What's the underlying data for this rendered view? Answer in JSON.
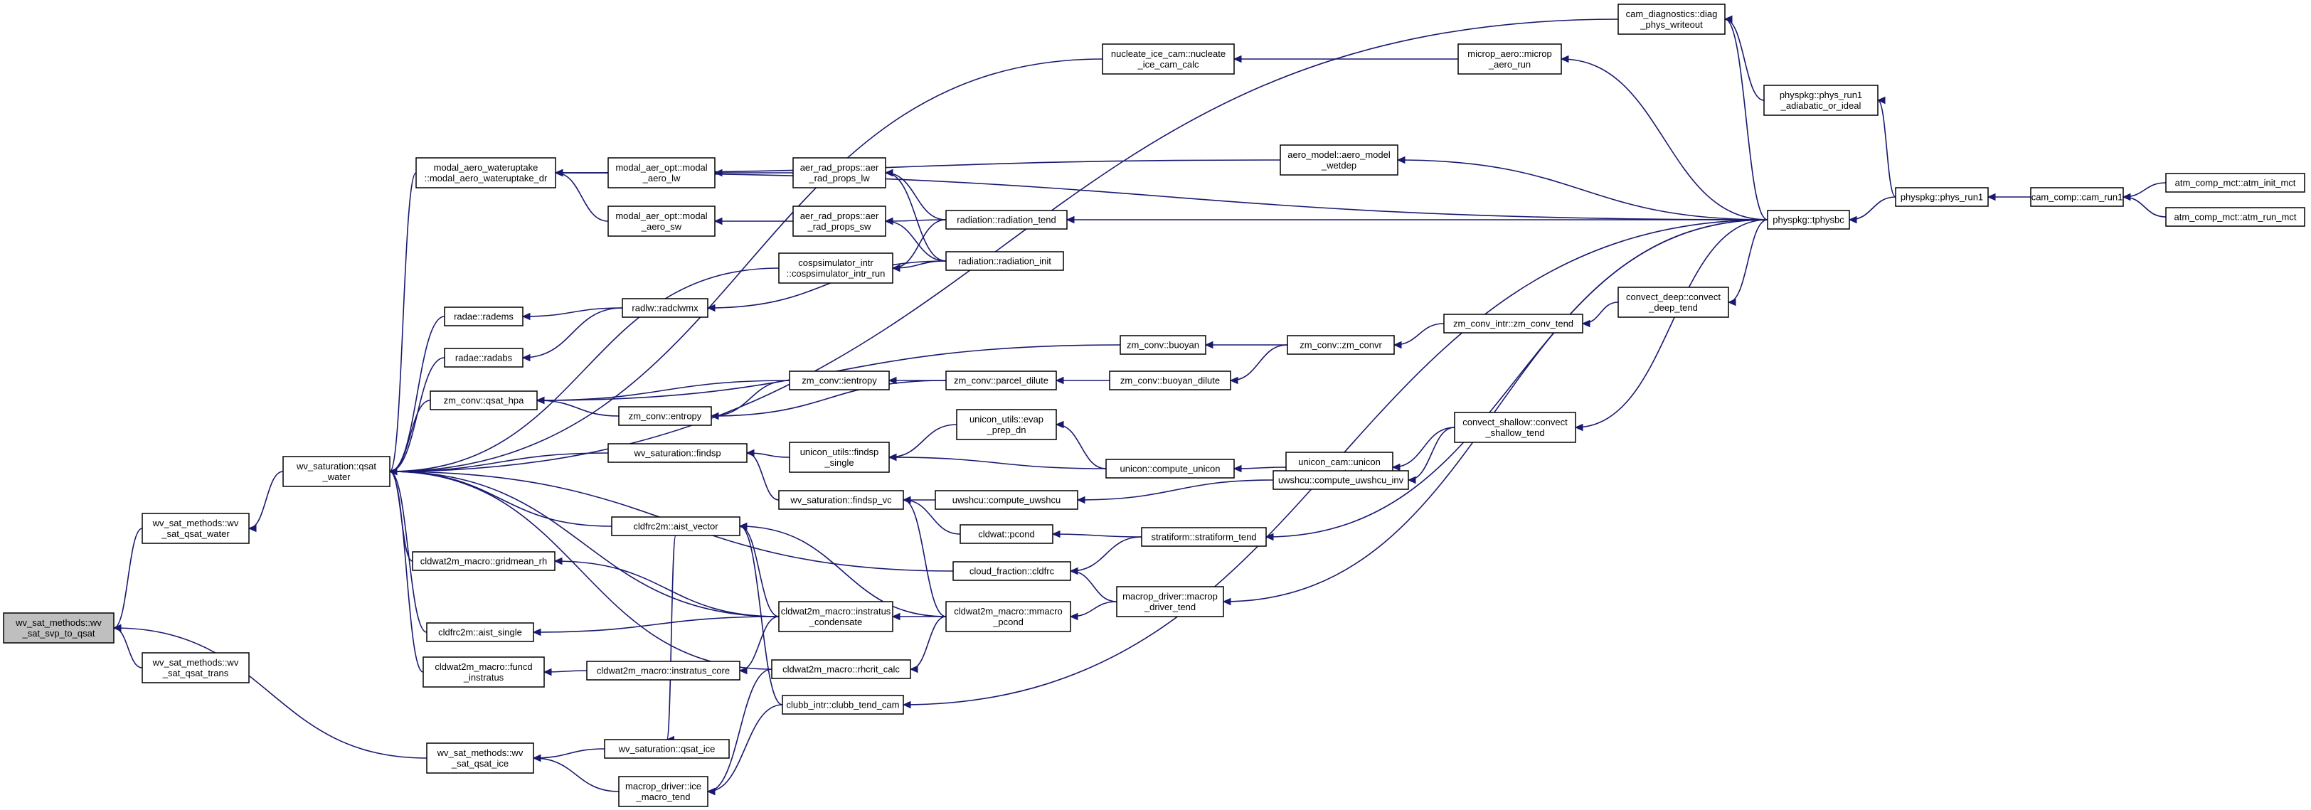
{
  "graph": {
    "nodes": [
      {
        "id": "root",
        "lines": [
          "wv_sat_methods::wv",
          "_sat_svp_to_qsat"
        ],
        "root": true
      },
      {
        "id": "svp_water",
        "lines": [
          "wv_sat_methods::wv",
          "_sat_qsat_water"
        ]
      },
      {
        "id": "qsat_trans",
        "lines": [
          "wv_sat_methods::wv",
          "_sat_qsat_trans"
        ]
      },
      {
        "id": "qsat_ice_m",
        "lines": [
          "wv_sat_methods::wv",
          "_sat_qsat_ice"
        ]
      },
      {
        "id": "wvs_qsat_water",
        "lines": [
          "wv_saturation::qsat",
          "_water"
        ]
      },
      {
        "id": "modal_wu",
        "lines": [
          "modal_aero_wateruptake",
          "::modal_aero_wateruptake_dr"
        ]
      },
      {
        "id": "radae_rad",
        "lines": [
          "radae::radems"
        ]
      },
      {
        "id": "radae_abs",
        "lines": [
          "radae::radabs"
        ]
      },
      {
        "id": "zm_qsat_hpa",
        "lines": [
          "zm_conv::qsat_hpa"
        ]
      },
      {
        "id": "wvs_findsp",
        "lines": [
          "wv_saturation::findsp"
        ]
      },
      {
        "id": "cldfrc2m_aist_vector",
        "lines": [
          "cldfrc2m::aist_vector"
        ]
      },
      {
        "id": "gridmean_rh",
        "lines": [
          "cldwat2m_macro::gridmean_rh"
        ]
      },
      {
        "id": "aist_single",
        "lines": [
          "cldfrc2m::aist_single"
        ]
      },
      {
        "id": "funcd",
        "lines": [
          "cldwat2m_macro::funcd",
          "_instratus"
        ]
      },
      {
        "id": "wvs_qsat_ice",
        "lines": [
          "wv_saturation::qsat_ice"
        ]
      },
      {
        "id": "ice_macro",
        "lines": [
          "macrop_driver::ice",
          "_macro_tend"
        ]
      },
      {
        "id": "aer_lw",
        "lines": [
          "modal_aer_opt::modal",
          "_aero_lw"
        ]
      },
      {
        "id": "aer_sw",
        "lines": [
          "modal_aer_opt::modal",
          "_aero_sw"
        ]
      },
      {
        "id": "cosp",
        "lines": [
          "cospsimulator_intr",
          "::cospsimulator_intr_run"
        ]
      },
      {
        "id": "radclwmx",
        "lines": [
          "radlw::radclwmx"
        ]
      },
      {
        "id": "ientropy",
        "lines": [
          "zm_conv::ientropy"
        ]
      },
      {
        "id": "entropy",
        "lines": [
          "zm_conv::entropy"
        ]
      },
      {
        "id": "unicon_findsp",
        "lines": [
          "unicon_utils::findsp",
          "_single"
        ]
      },
      {
        "id": "findsp_vc",
        "lines": [
          "wv_saturation::findsp_vc"
        ]
      },
      {
        "id": "instratus_core",
        "lines": [
          "cldwat2m_macro::instratus_core"
        ]
      },
      {
        "id": "instratus_cond",
        "lines": [
          "cldwat2m_macro::instratus",
          "_condensate"
        ]
      },
      {
        "id": "rhcrit",
        "lines": [
          "cldwat2m_macro::rhcrit_calc"
        ]
      },
      {
        "id": "clubb",
        "lines": [
          "clubb_intr::clubb_tend_cam"
        ]
      },
      {
        "id": "aer_rad_lw",
        "lines": [
          "aer_rad_props::aer",
          "_rad_props_lw"
        ]
      },
      {
        "id": "aer_rad_sw",
        "lines": [
          "aer_rad_props::aer",
          "_rad_props_sw"
        ]
      },
      {
        "id": "rad_tend",
        "lines": [
          "radiation::radiation_tend"
        ]
      },
      {
        "id": "rad_init",
        "lines": [
          "radiation::radiation_init"
        ]
      },
      {
        "id": "zm_buoyan",
        "lines": [
          "zm_conv::buoyan"
        ]
      },
      {
        "id": "parcel",
        "lines": [
          "zm_conv::parcel_dilute"
        ]
      },
      {
        "id": "evap",
        "lines": [
          "unicon_utils::evap",
          "_prep_dn"
        ]
      },
      {
        "id": "uwshcu_cu",
        "lines": [
          "uwshcu::compute_uwshcu"
        ]
      },
      {
        "id": "pcond",
        "lines": [
          "cldwat::pcond"
        ]
      },
      {
        "id": "cldfrc",
        "lines": [
          "cloud_fraction::cldfrc"
        ]
      },
      {
        "id": "mmacro",
        "lines": [
          "cldwat2m_macro::mmacro",
          "_pcond"
        ]
      },
      {
        "id": "nucleate",
        "lines": [
          "nucleate_ice_cam::nucleate",
          "_ice_cam_calc"
        ]
      },
      {
        "id": "wetdep",
        "lines": [
          "aero_model::aero_model",
          "_wetdep"
        ]
      },
      {
        "id": "buoyan_dilute",
        "lines": [
          "zm_conv::buoyan_dilute"
        ]
      },
      {
        "id": "compute_unicon",
        "lines": [
          "unicon::compute_unicon"
        ]
      },
      {
        "id": "strat_tend",
        "lines": [
          "stratiform::stratiform_tend"
        ]
      },
      {
        "id": "macrop_tend",
        "lines": [
          "macrop_driver::macrop",
          "_driver_tend"
        ]
      },
      {
        "id": "zm_convr",
        "lines": [
          "zm_conv::zm_convr"
        ]
      },
      {
        "id": "unicon_cam",
        "lines": [
          "unicon_cam::unicon",
          "_cam_tend"
        ]
      },
      {
        "id": "uwshcu_inv",
        "lines": [
          "uwshcu::compute_uwshcu_inv"
        ]
      },
      {
        "id": "microp",
        "lines": [
          "microp_aero::microp",
          "_aero_run"
        ]
      },
      {
        "id": "zm_conv_tend",
        "lines": [
          "zm_conv_intr::zm_conv_tend"
        ]
      },
      {
        "id": "convect_shallow",
        "lines": [
          "convect_shallow::convect",
          "_shallow_tend"
        ]
      },
      {
        "id": "convect_deep",
        "lines": [
          "convect_deep::convect",
          "_deep_tend"
        ]
      },
      {
        "id": "cam_diag",
        "lines": [
          "cam_diagnostics::diag",
          "_phys_writeout"
        ]
      },
      {
        "id": "run1_adiab",
        "lines": [
          "physpkg::phys_run1",
          "_adiabatic_or_ideal"
        ]
      },
      {
        "id": "tphysbc",
        "lines": [
          "physpkg::tphysbc"
        ]
      },
      {
        "id": "phys_run1",
        "lines": [
          "physpkg::phys_run1"
        ]
      },
      {
        "id": "cam_run1",
        "lines": [
          "cam_comp::cam_run1"
        ]
      },
      {
        "id": "atm_init",
        "lines": [
          "atm_comp_mct::atm_init_mct"
        ]
      },
      {
        "id": "atm_run",
        "lines": [
          "atm_comp_mct::atm_run_mct"
        ]
      }
    ],
    "edges": [
      [
        "root",
        "svp_water"
      ],
      [
        "root",
        "qsat_trans"
      ],
      [
        "root",
        "qsat_ice_m"
      ],
      [
        "svp_water",
        "wvs_qsat_water"
      ],
      [
        "wvs_qsat_water",
        "modal_wu"
      ],
      [
        "wvs_qsat_water",
        "radae_rad"
      ],
      [
        "wvs_qsat_water",
        "radae_abs"
      ],
      [
        "wvs_qsat_water",
        "zm_qsat_hpa"
      ],
      [
        "wvs_qsat_water",
        "wvs_findsp"
      ],
      [
        "wvs_qsat_water",
        "cldfrc2m_aist_vector"
      ],
      [
        "wvs_qsat_water",
        "gridmean_rh"
      ],
      [
        "wvs_qsat_water",
        "aist_single"
      ],
      [
        "wvs_qsat_water",
        "funcd"
      ],
      [
        "wvs_qsat_water",
        "cosp"
      ],
      [
        "wvs_qsat_water",
        "nucleate"
      ],
      [
        "wvs_qsat_water",
        "cam_diag"
      ],
      [
        "wvs_qsat_water",
        "cldfrc"
      ],
      [
        "wvs_qsat_water",
        "instratus_cond"
      ],
      [
        "wvs_qsat_water",
        "rhcrit"
      ],
      [
        "qsat_ice_m",
        "wvs_qsat_ice"
      ],
      [
        "qsat_ice_m",
        "ice_macro"
      ],
      [
        "modal_wu",
        "aer_lw"
      ],
      [
        "modal_wu",
        "aer_sw"
      ],
      [
        "modal_wu",
        "wetdep"
      ],
      [
        "modal_wu",
        "tphysbc"
      ],
      [
        "radae_rad",
        "radclwmx"
      ],
      [
        "radae_abs",
        "radclwmx"
      ],
      [
        "zm_qsat_hpa",
        "zm_buoyan"
      ],
      [
        "zm_qsat_hpa",
        "ientropy"
      ],
      [
        "zm_qsat_hpa",
        "entropy"
      ],
      [
        "wvs_findsp",
        "unicon_findsp"
      ],
      [
        "wvs_findsp",
        "findsp_vc"
      ],
      [
        "cldfrc2m_aist_vector",
        "instratus_cond"
      ],
      [
        "cldfrc2m_aist_vector",
        "mmacro"
      ],
      [
        "cldfrc2m_aist_vector",
        "clubb"
      ],
      [
        "gridmean_rh",
        "instratus_cond"
      ],
      [
        "aist_single",
        "instratus_cond"
      ],
      [
        "funcd",
        "instratus_core"
      ],
      [
        "wvs_qsat_ice",
        "cldfrc2m_aist_vector"
      ],
      [
        "ice_macro",
        "rhcrit"
      ],
      [
        "ice_macro",
        "clubb"
      ],
      [
        "aer_lw",
        "aer_rad_lw"
      ],
      [
        "aer_sw",
        "aer_rad_sw"
      ],
      [
        "cosp",
        "rad_tend"
      ],
      [
        "cosp",
        "rad_init"
      ],
      [
        "radclwmx",
        "rad_init"
      ],
      [
        "ientropy",
        "parcel"
      ],
      [
        "entropy",
        "ientropy"
      ],
      [
        "entropy",
        "parcel"
      ],
      [
        "unicon_findsp",
        "evap"
      ],
      [
        "unicon_findsp",
        "compute_unicon"
      ],
      [
        "findsp_vc",
        "uwshcu_cu"
      ],
      [
        "findsp_vc",
        "pcond"
      ],
      [
        "findsp_vc",
        "mmacro"
      ],
      [
        "instratus_core",
        "instratus_cond"
      ],
      [
        "instratus_cond",
        "mmacro"
      ],
      [
        "rhcrit",
        "mmacro"
      ],
      [
        "clubb",
        "tphysbc"
      ],
      [
        "aer_rad_lw",
        "rad_tend"
      ],
      [
        "aer_rad_lw",
        "rad_init"
      ],
      [
        "aer_rad_sw",
        "rad_tend"
      ],
      [
        "aer_rad_sw",
        "rad_init"
      ],
      [
        "rad_tend",
        "tphysbc"
      ],
      [
        "zm_buoyan",
        "zm_convr"
      ],
      [
        "parcel",
        "buoyan_dilute"
      ],
      [
        "evap",
        "compute_unicon"
      ],
      [
        "uwshcu_cu",
        "uwshcu_inv"
      ],
      [
        "pcond",
        "strat_tend"
      ],
      [
        "cldfrc",
        "strat_tend"
      ],
      [
        "cldfrc",
        "macrop_tend"
      ],
      [
        "mmacro",
        "macrop_tend"
      ],
      [
        "nucleate",
        "microp"
      ],
      [
        "wetdep",
        "tphysbc"
      ],
      [
        "buoyan_dilute",
        "zm_convr"
      ],
      [
        "compute_unicon",
        "unicon_cam"
      ],
      [
        "strat_tend",
        "tphysbc"
      ],
      [
        "macrop_tend",
        "tphysbc"
      ],
      [
        "zm_convr",
        "zm_conv_tend"
      ],
      [
        "unicon_cam",
        "convect_shallow"
      ],
      [
        "uwshcu_inv",
        "convect_shallow"
      ],
      [
        "microp",
        "tphysbc"
      ],
      [
        "zm_conv_tend",
        "convect_deep"
      ],
      [
        "convect_shallow",
        "tphysbc"
      ],
      [
        "convect_deep",
        "tphysbc"
      ],
      [
        "cam_diag",
        "run1_adiab"
      ],
      [
        "cam_diag",
        "tphysbc"
      ],
      [
        "run1_adiab",
        "phys_run1"
      ],
      [
        "tphysbc",
        "phys_run1"
      ],
      [
        "phys_run1",
        "cam_run1"
      ],
      [
        "cam_run1",
        "atm_init"
      ],
      [
        "cam_run1",
        "atm_run"
      ]
    ]
  }
}
